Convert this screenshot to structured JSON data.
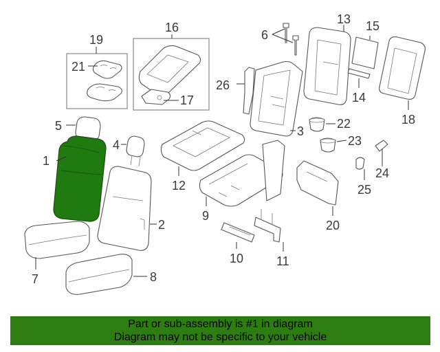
{
  "callouts": [
    "1",
    "2",
    "3",
    "4",
    "5",
    "6",
    "7",
    "8",
    "9",
    "10",
    "11",
    "12",
    "13",
    "14",
    "15",
    "16",
    "17",
    "18",
    "19",
    "20",
    "21",
    "22",
    "23",
    "24",
    "25",
    "26"
  ],
  "banner": {
    "line1": "Part or sub-assembly is #1 in diagram",
    "line2": "Diagram may not be specific to your vehicle"
  },
  "colors": {
    "highlight": "#1f7a10",
    "banner": "#2e7d12"
  }
}
